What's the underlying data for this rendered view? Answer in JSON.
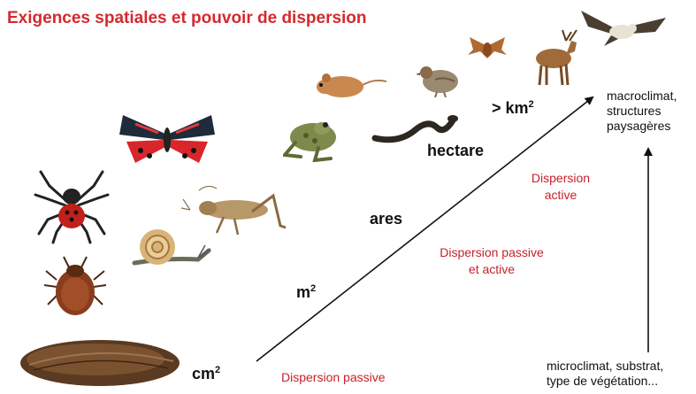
{
  "title": "Exigences spatiales et pouvoir de dispersion",
  "scales": {
    "cm2": {
      "base": "cm",
      "exp": "2"
    },
    "m2": {
      "base": "m",
      "exp": "2"
    },
    "ares": "ares",
    "hectare": "hectare",
    "km2": {
      "base": "> km",
      "exp": "2"
    }
  },
  "dispersion": {
    "passive": "Dispersion passive",
    "passive_active_line1": "Dispersion passive",
    "passive_active_line2": "et active",
    "active_line1": "Dispersion",
    "active_line2": "active"
  },
  "factors": {
    "macro_line1": "macroclimat,",
    "macro_line2": "structures",
    "macro_line3": "paysagères",
    "micro_line1": "microclimat, substrat,",
    "micro_line2": "type de végétation..."
  },
  "colors": {
    "title": "#d42a2e",
    "dispersion": "#c8202a",
    "text": "#111111"
  }
}
